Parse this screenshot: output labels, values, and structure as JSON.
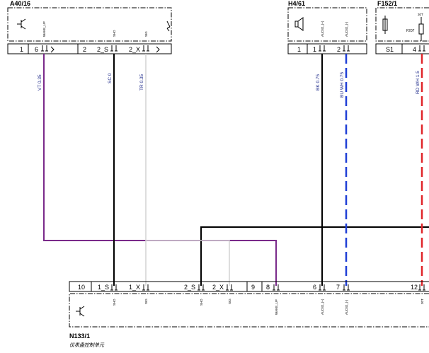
{
  "components": {
    "a40": {
      "name": "A40/16",
      "pins": [
        {
          "num": "1"
        },
        {
          "num": "6"
        },
        {
          "num": "2"
        }
      ],
      "pin_names": {
        "s": "2_S",
        "x": "2_X"
      },
      "signals": {
        "wake": "WAKE_UP",
        "shd": "SHD",
        "sig": "SIG"
      }
    },
    "h4": {
      "name": "H4/61",
      "pins": [
        {
          "num": "1"
        },
        {
          "num": "1"
        },
        {
          "num": "2"
        }
      ],
      "signals": {
        "audio_p": "AUDIO_(+)",
        "audio_m": "AUDIO_(-)"
      }
    },
    "f152": {
      "name": "F152/1",
      "fuse": "F207",
      "fuse_top": "30T",
      "pins": [
        {
          "num": "S1"
        },
        {
          "num": "4"
        }
      ]
    },
    "n133": {
      "name": "N133/1",
      "subtitle": "仪表盘控制单元",
      "pins": [
        {
          "num": "10"
        },
        {
          "num": "1_S"
        },
        {
          "num": "1_X"
        },
        {
          "num": "2_S"
        },
        {
          "num": "2_X"
        },
        {
          "num": "9"
        },
        {
          "num": "8"
        },
        {
          "num": "6"
        },
        {
          "num": "7"
        },
        {
          "num": "12"
        }
      ],
      "signals": {
        "shd1": "SHD",
        "sig1": "SIG",
        "shd2": "SHD",
        "sig2": "SIG",
        "wake": "WAKE_UP",
        "audio_p": "AUDIO_(+)",
        "audio_m": "AUDIO_(-)",
        "t30": "30T"
      }
    }
  },
  "wires": {
    "vt": {
      "label": "VT  0.35",
      "color": "#7a2a8a"
    },
    "sc": {
      "label": "SC  0",
      "color": "#000000"
    },
    "tr": {
      "label": "TR  0.35",
      "color": "#cccccc"
    },
    "bk": {
      "label": "BK  0.75",
      "color": "#000000"
    },
    "bu": {
      "label": "BU WH 0.75",
      "color": "#1f3fd6"
    },
    "rd": {
      "label": "RD WH 1.5",
      "color": "#e0262a"
    }
  }
}
